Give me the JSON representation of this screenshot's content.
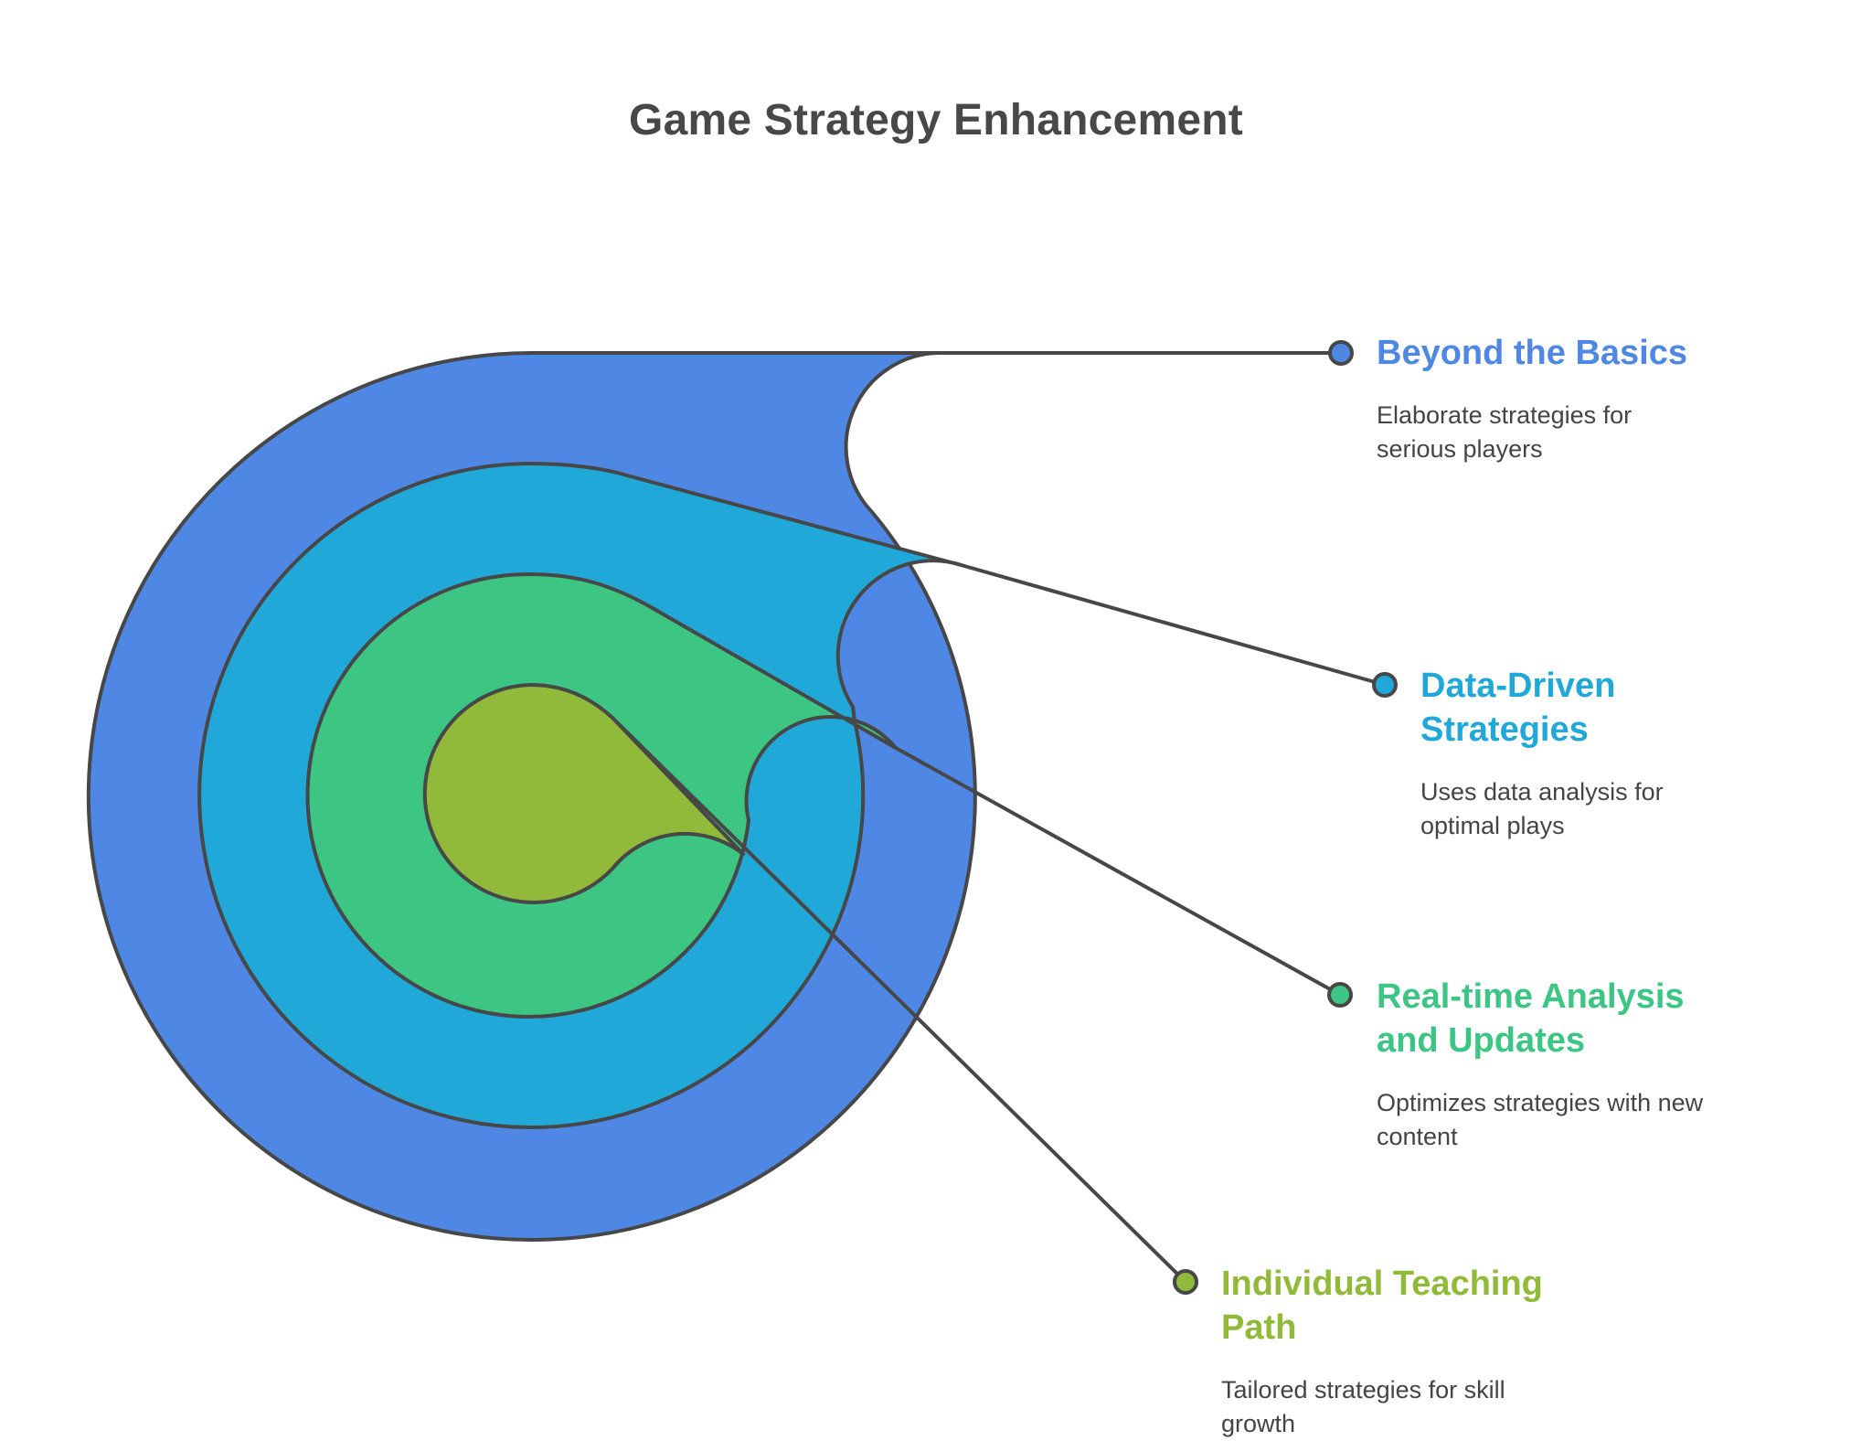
{
  "title": "Game Strategy Enhancement",
  "colors": {
    "outline": "#474747",
    "layer_1": "#4e87e4",
    "layer_2": "#20a9d8",
    "layer_3": "#3cc583",
    "layer_4": "#92ba3a"
  },
  "items": [
    {
      "heading": "Beyond the Basics",
      "description": "Elaborate strategies for serious players",
      "color": "#4e87e4"
    },
    {
      "heading": "Data-Driven Strategies",
      "description": "Uses data analysis for optimal plays",
      "color": "#20a9d8"
    },
    {
      "heading": "Real-time Analysis and Updates",
      "description": "Optimizes strategies with new content",
      "color": "#3cc583"
    },
    {
      "heading": "Individual Teaching Path",
      "description": "Tailored strategies for skill growth",
      "color": "#92ba3a"
    }
  ]
}
